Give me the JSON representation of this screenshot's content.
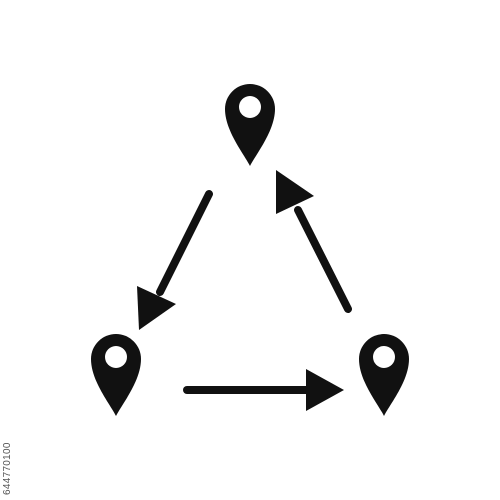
{
  "image": {
    "background_color": "#ffffff",
    "ink_color": "#111111",
    "pins": [
      {
        "name": "top-pin",
        "icon": "map-pin-icon"
      },
      {
        "name": "bottom-left-pin",
        "icon": "map-pin-icon"
      },
      {
        "name": "bottom-right-pin",
        "icon": "map-pin-icon"
      }
    ],
    "arrows": [
      {
        "name": "arrow-top-to-bottom-left",
        "icon": "arrow-icon"
      },
      {
        "name": "arrow-bottom-left-to-bottom-right",
        "icon": "arrow-icon"
      },
      {
        "name": "arrow-bottom-right-to-top",
        "icon": "arrow-icon"
      }
    ],
    "side_text": "644770100"
  }
}
